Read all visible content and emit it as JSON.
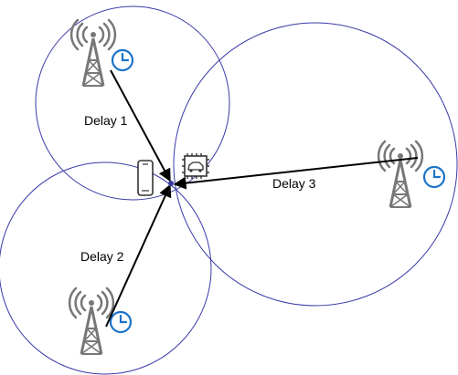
{
  "diagram": {
    "labels": {
      "delay_1": "Delay 1",
      "delay_2": "Delay 2",
      "delay_3": "Delay 3"
    },
    "nodes": {
      "tower_1": {
        "icon": "cell-tower-icon",
        "clock_icon": "clock-icon"
      },
      "tower_2": {
        "icon": "cell-tower-icon",
        "clock_icon": "clock-icon"
      },
      "tower_3": {
        "icon": "cell-tower-icon",
        "clock_icon": "clock-icon"
      },
      "receiver": {
        "icons": [
          "smartphone-icon",
          "vehicle-chip-icon"
        ]
      }
    },
    "colors": {
      "coverage_circle": "#3a3aa8",
      "tower": "#777777",
      "clock": "#1a73c8",
      "arrow": "#000000"
    }
  }
}
